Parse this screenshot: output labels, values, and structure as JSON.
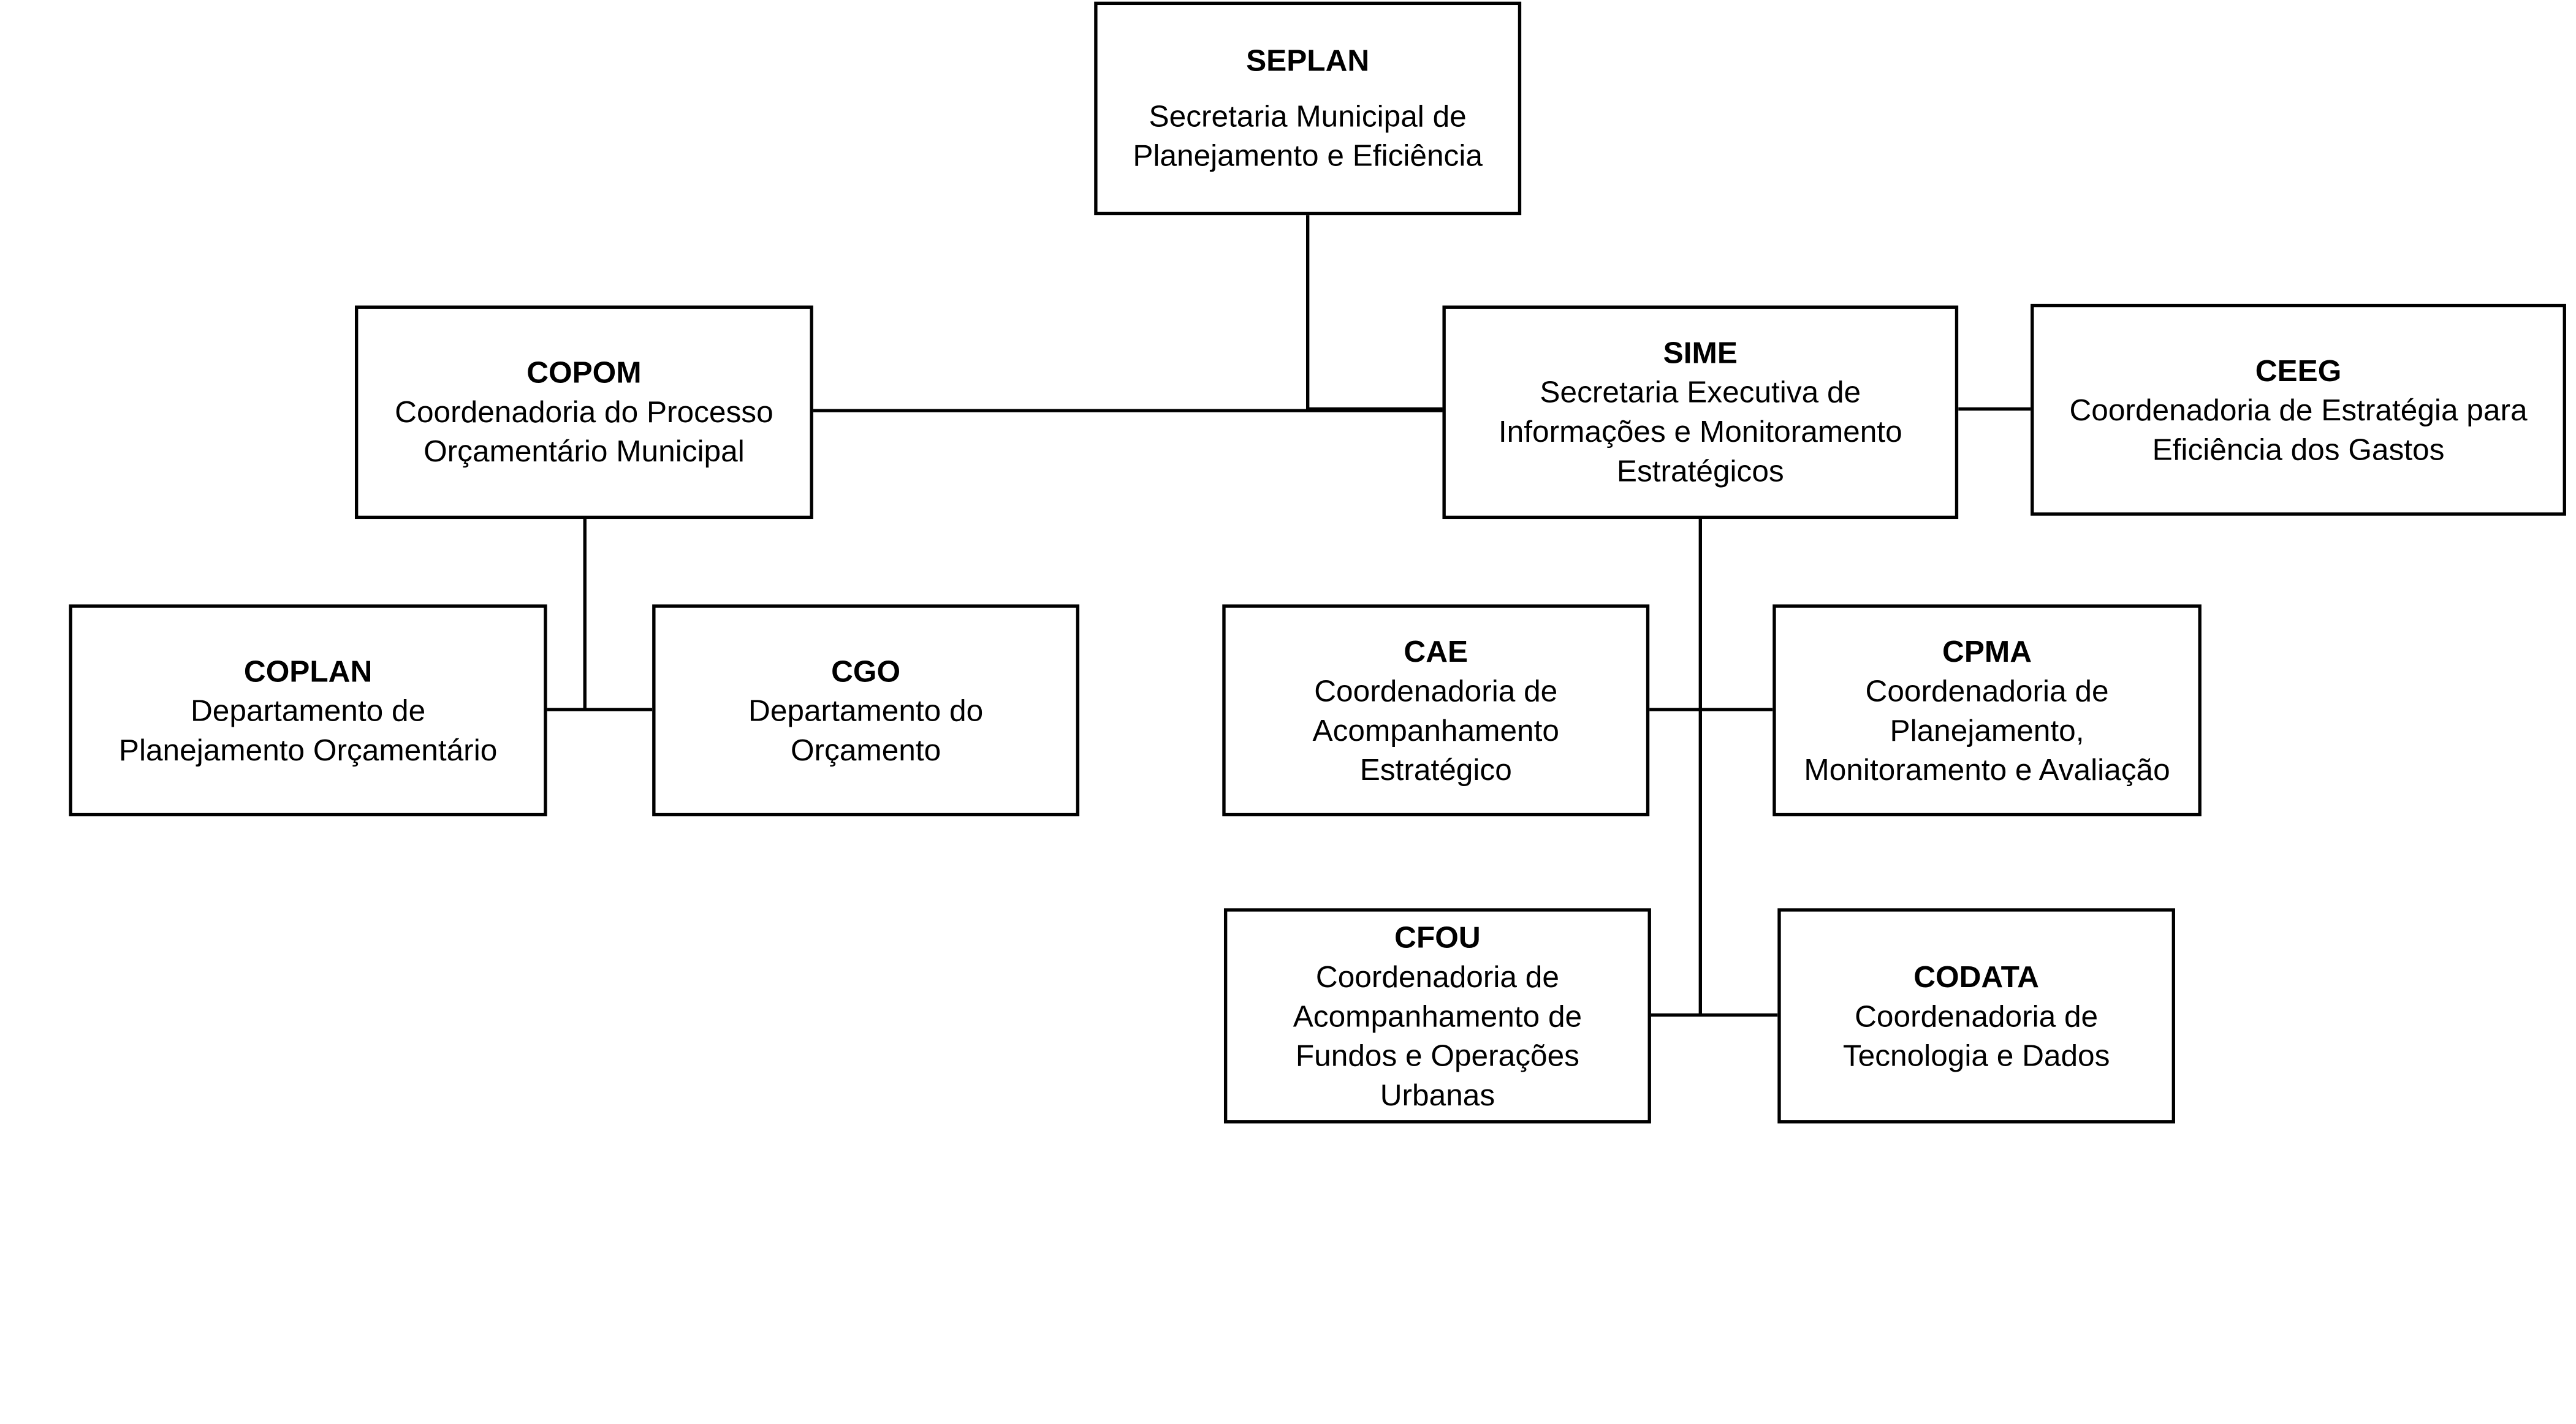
{
  "nodes": {
    "seplan": {
      "abbr": "SEPLAN",
      "name": "Secretaria Municipal de\nPlanejamento e Eficiência"
    },
    "copom": {
      "abbr": "COPOM",
      "name": "Coordenadoria do Processo\nOrçamentário Municipal"
    },
    "sime": {
      "abbr": "SIME",
      "name": "Secretaria Executiva de\nInformações e Monitoramento\nEstratégicos"
    },
    "ceeg": {
      "abbr": "CEEG",
      "name": "Coordenadoria de Estratégia para\nEficiência dos Gastos"
    },
    "coplan": {
      "abbr": "COPLAN",
      "name": "Departamento de\nPlanejamento Orçamentário"
    },
    "cgo": {
      "abbr": "CGO",
      "name": "Departamento do\nOrçamento"
    },
    "cae": {
      "abbr": "CAE",
      "name": "Coordenadoria de\nAcompanhamento\nEstratégico"
    },
    "cpma": {
      "abbr": "CPMA",
      "name": "Coordenadoria de\nPlanejamento,\nMonitoramento e Avaliação"
    },
    "cfou": {
      "abbr": "CFOU",
      "name": "Coordenadoria de\nAcompanhamento de\nFundos e Operações\nUrbanas"
    },
    "codata": {
      "abbr": "CODATA",
      "name": "Coordenadoria de\nTecnologia e Dados"
    }
  }
}
